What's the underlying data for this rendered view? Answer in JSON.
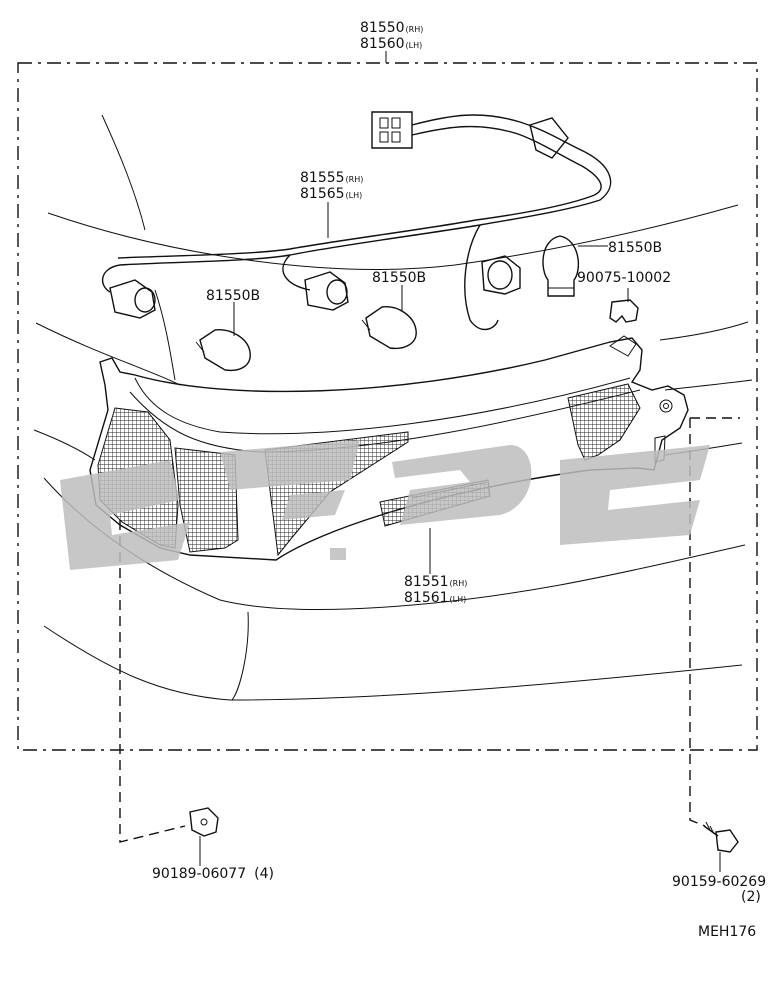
{
  "assembly": {
    "part": "81550",
    "rh": "(RH)",
    "part_lh": "81560",
    "lh": "(LH)"
  },
  "socket_wire": {
    "part": "81555",
    "rh": "(RH)",
    "part_lh": "81565",
    "lh": "(LH)"
  },
  "bulbs": {
    "left": "81550B",
    "middle": "81550B",
    "right": "81550B"
  },
  "clip_label": "90075-10002",
  "lens": {
    "part": "81551",
    "rh": "(RH)",
    "part_lh": "81561",
    "lh": "(LH)"
  },
  "retainer": {
    "part": "90189-06077",
    "qty": "(4)"
  },
  "screw": {
    "part": "90159-60269",
    "qty": "(2)"
  },
  "drawing_code": "MEH176"
}
